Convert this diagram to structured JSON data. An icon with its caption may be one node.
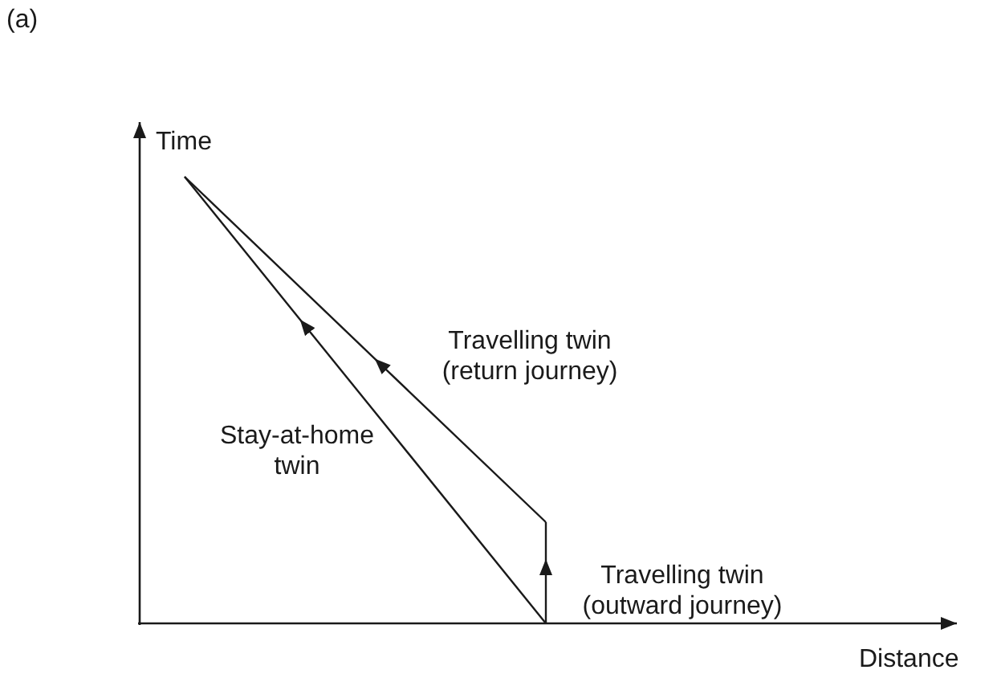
{
  "diagram": {
    "labels": [
      "(a)",
      "Time",
      "Travelling twin (return journey)",
      "Stay-at-home twin",
      "Travelling twin (outward journey)",
      "Distance"
    ]
  }
}
